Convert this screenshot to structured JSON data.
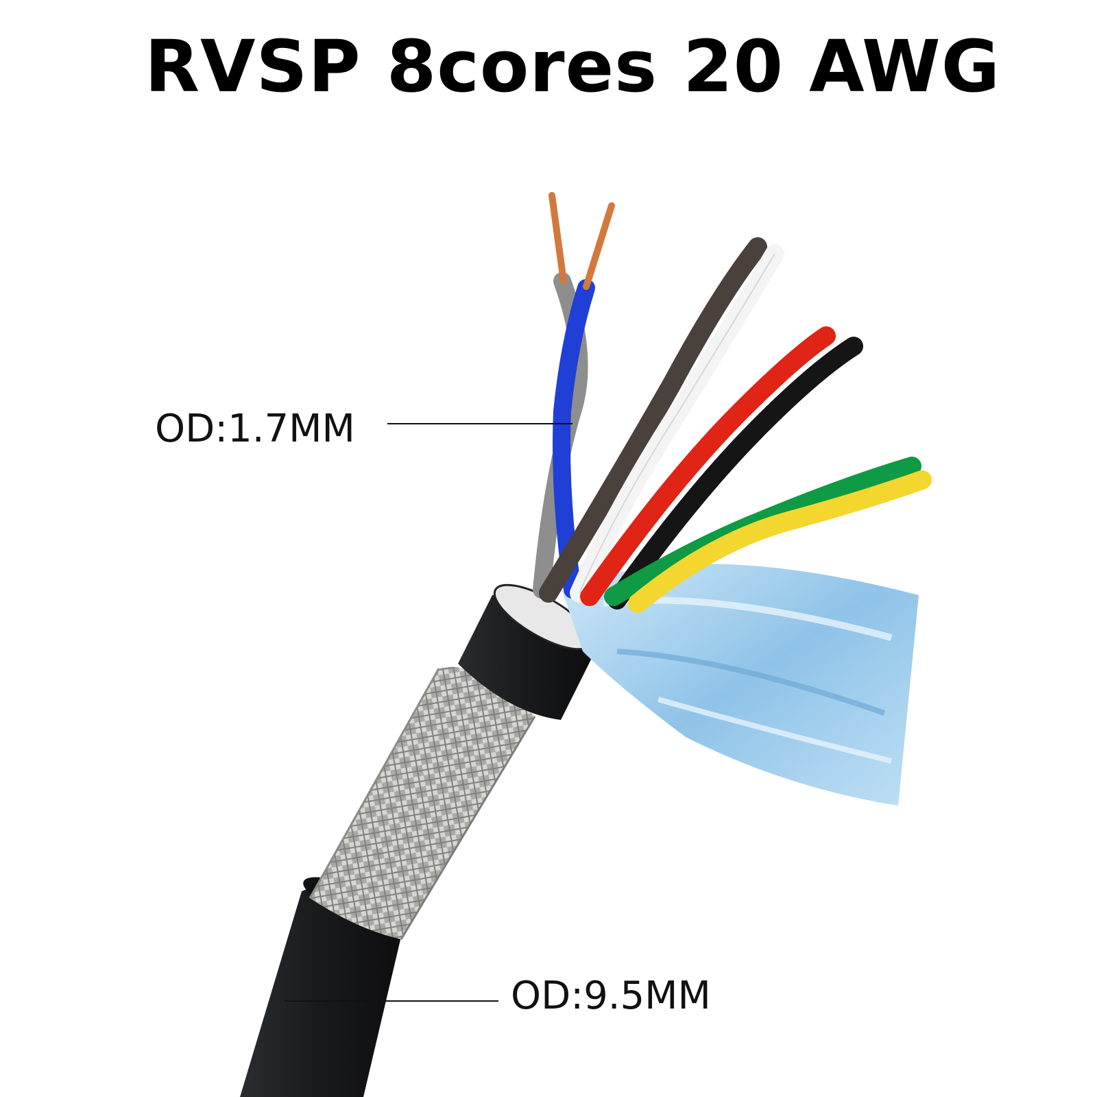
{
  "title": "RVSP 8cores 20 AWG",
  "labels": {
    "core_od": "OD:1.7MM",
    "cable_od": "OD:9.5MM"
  },
  "colors": {
    "jacket": "#1c1d1f",
    "braid": "#b8b9b4",
    "foil": "#a8d1ee",
    "copper": "#d2793d",
    "core_gray": "#8e8e8e",
    "core_blue": "#1f3fd6",
    "core_brown": "#4a403c",
    "core_white": "#f4f4f4",
    "core_red": "#e02416",
    "core_black": "#151515",
    "core_green": "#0f9a45",
    "core_yellow": "#f3d72e"
  }
}
